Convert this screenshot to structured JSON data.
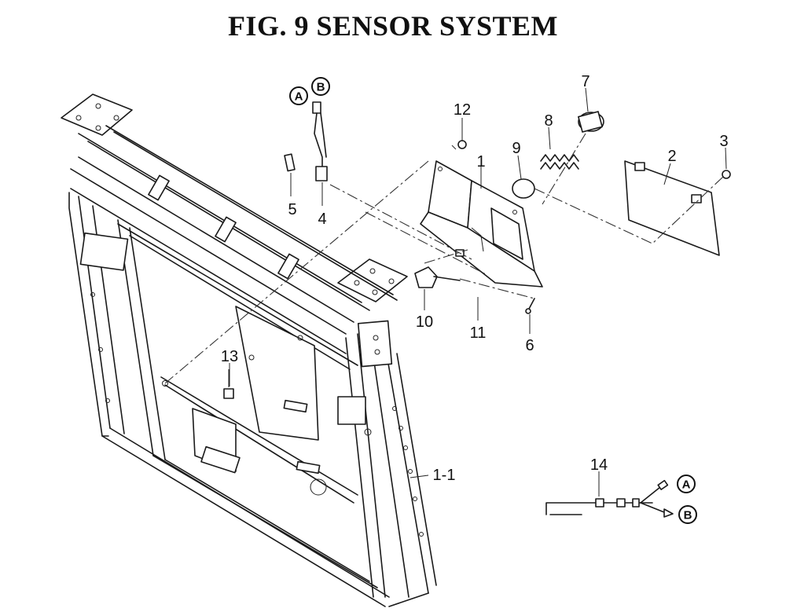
{
  "figure": {
    "title": "FIG.  9  SENSOR SYSTEM"
  },
  "callouts": [
    {
      "id": "c1",
      "text": "1"
    },
    {
      "id": "c2",
      "text": "2"
    },
    {
      "id": "c3",
      "text": "3"
    },
    {
      "id": "c4",
      "text": "4"
    },
    {
      "id": "c5",
      "text": "5"
    },
    {
      "id": "c6",
      "text": "6"
    },
    {
      "id": "c7",
      "text": "7"
    },
    {
      "id": "c8",
      "text": "8"
    },
    {
      "id": "c9",
      "text": "9"
    },
    {
      "id": "c10",
      "text": "10"
    },
    {
      "id": "c11",
      "text": "11"
    },
    {
      "id": "c12",
      "text": "12"
    },
    {
      "id": "c13",
      "text": "13"
    },
    {
      "id": "c14",
      "text": "14"
    },
    {
      "id": "c1-1",
      "text": "1-1"
    }
  ],
  "connectors": {
    "a": "A",
    "b": "B"
  }
}
